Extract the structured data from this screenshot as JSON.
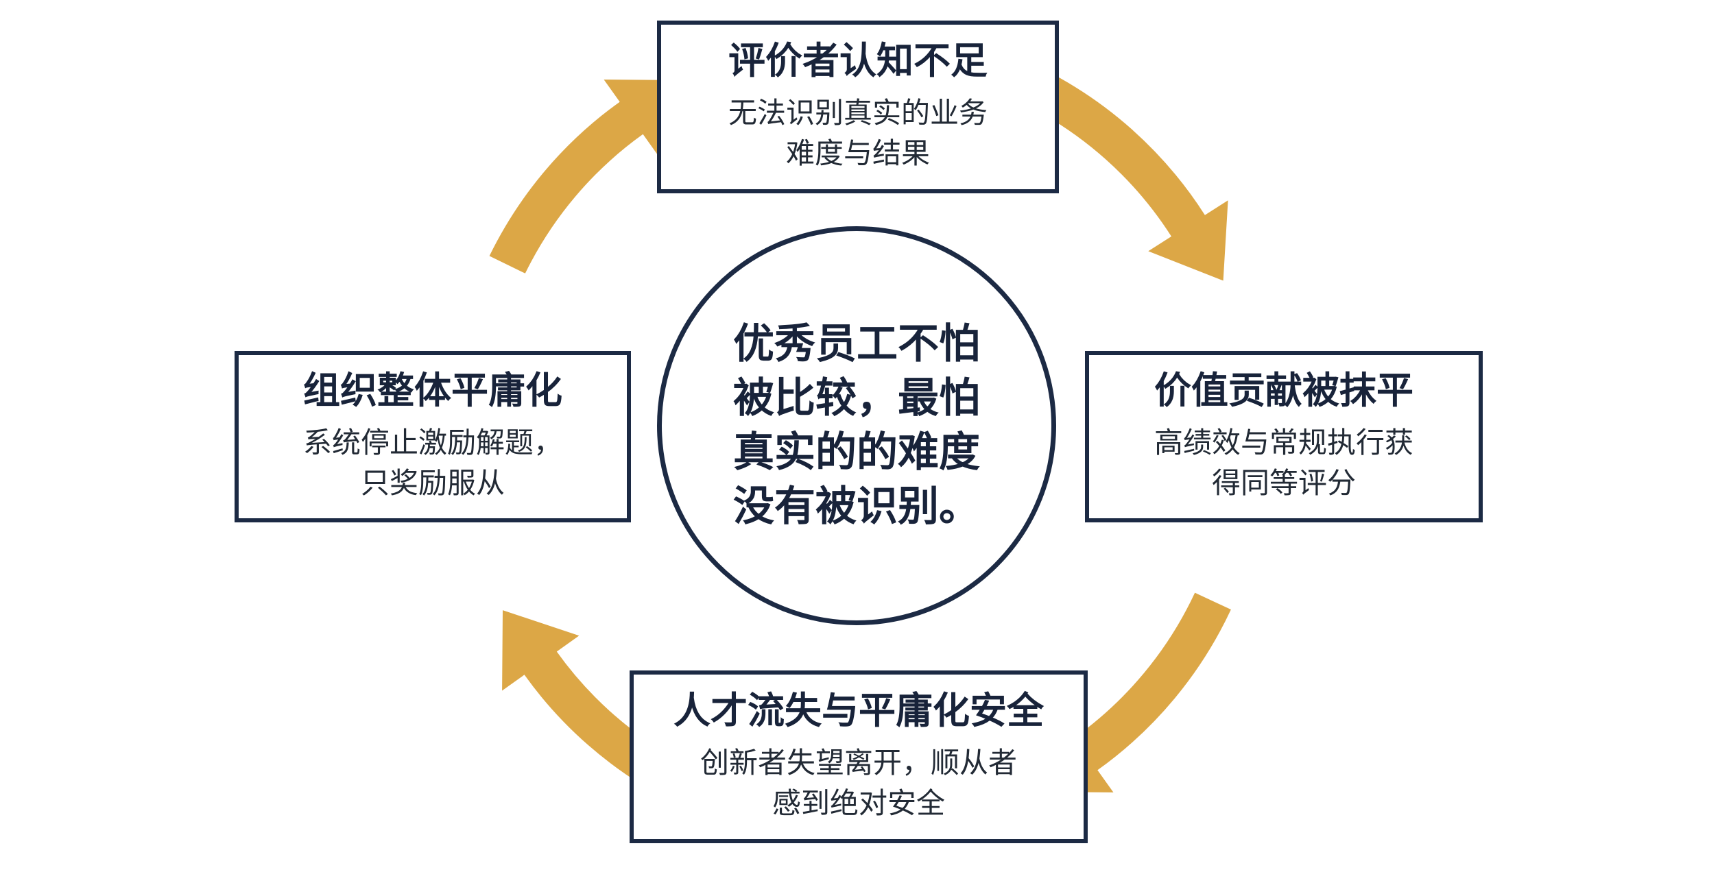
{
  "colors": {
    "arrow": "#dca746",
    "border": "#1c2a44",
    "text": "#18233a"
  },
  "center": {
    "lines": [
      "优秀员工不怕",
      "被比较，最怕",
      "真实的的难度",
      "没有被识别。"
    ]
  },
  "nodes": [
    {
      "id": "top",
      "title": "评价者认知不足",
      "desc": [
        "无法识别真实的业务",
        "难度与结果"
      ]
    },
    {
      "id": "right",
      "title": "价值贡献被抹平",
      "desc": [
        "高绩效与常规执行获",
        "得同等评分"
      ]
    },
    {
      "id": "bottom",
      "title": "人才流失与平庸化安全",
      "desc": [
        "创新者失望离开，顺从者",
        "感到绝对安全"
      ]
    },
    {
      "id": "left",
      "title": "组织整体平庸化",
      "desc": [
        "系统停止激励解题，",
        "只奖励服从"
      ]
    }
  ]
}
